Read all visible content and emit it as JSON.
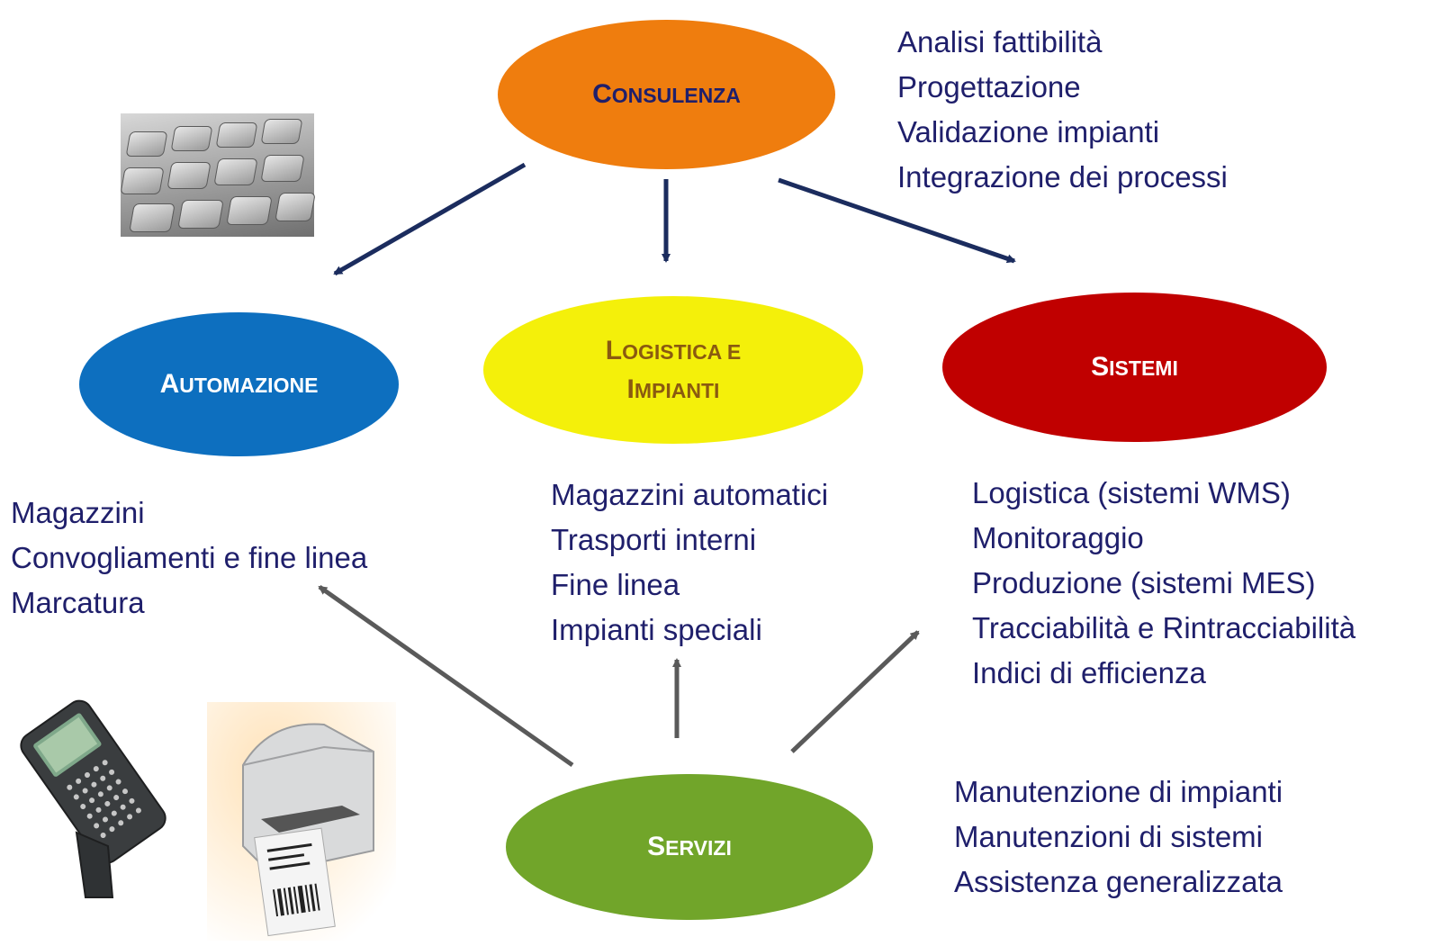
{
  "nodes": {
    "consulenza": {
      "first": "C",
      "rest": "ONSULENZA",
      "color": "#ef7d0e",
      "text_color": "#1f1f6b"
    },
    "automazione": {
      "first": "A",
      "rest": "UTOMAZIONE",
      "color": "#0d6fbf",
      "text_color": "#ffffff"
    },
    "logistica": {
      "line1_first": "L",
      "line1_rest": "OGISTICA E",
      "line2_first": "I",
      "line2_rest": "MPIANTI",
      "color": "#f4f00a",
      "text_color": "#8a5a10"
    },
    "sistemi": {
      "first": "S",
      "rest": "ISTEMI",
      "color": "#c00000",
      "text_color": "#ffffff"
    },
    "servizi": {
      "first": "S",
      "rest": "ERVIZI",
      "color": "#71a52a",
      "text_color": "#ffffff"
    }
  },
  "lists": {
    "consulenza": [
      "Analisi fattibilità",
      "Progettazione",
      "Validazione impianti",
      "Integrazione dei processi"
    ],
    "automazione": [
      "Magazzini",
      "Convogliamenti e fine linea",
      "Marcatura"
    ],
    "logistica": [
      "Magazzini automatici",
      "Trasporti interni",
      "Fine linea",
      "Impianti speciali"
    ],
    "sistemi": [
      "Logistica (sistemi WMS)",
      "Monitoraggio",
      "Produzione (sistemi MES)",
      "Tracciabilità e Rintracciabilità",
      "Indici di efficienza"
    ],
    "servizi": [
      "Manutenzione di impianti",
      "Manutenzioni di sistemi",
      "Assistenza generalizzata"
    ]
  },
  "colors": {
    "arrow_down": "#1b2c5e",
    "arrow_up": "#5a5a5a"
  }
}
